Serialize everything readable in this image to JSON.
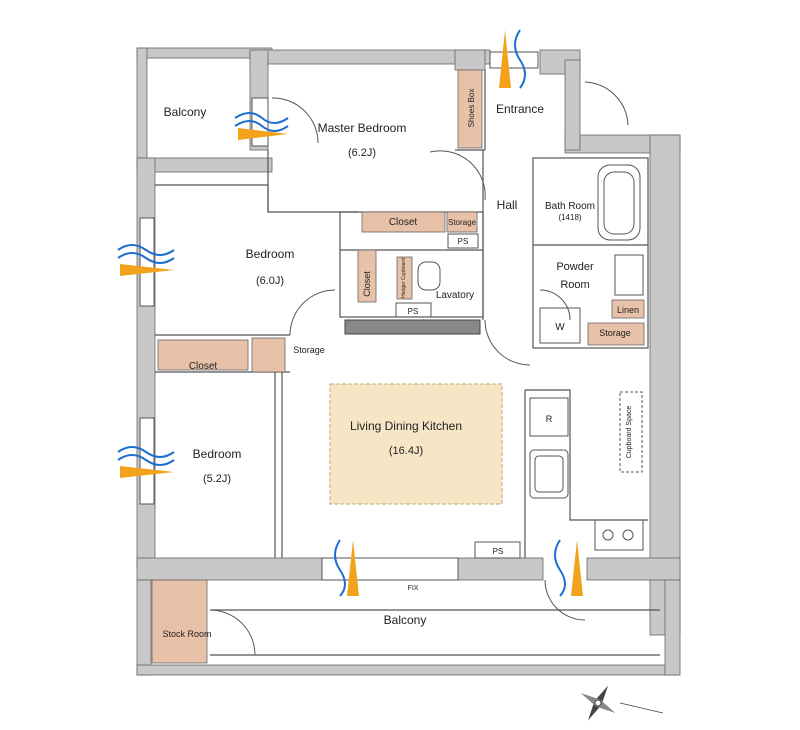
{
  "rooms": {
    "balcony_top": "Balcony",
    "master_bedroom": "Master Bedroom",
    "master_bedroom_size": "(6.2J)",
    "shoes_box": "Shoes Box",
    "entrance": "Entrance",
    "hall": "Hall",
    "closet_master": "Closet",
    "storage_master": "Storage",
    "ps_1": "PS",
    "bath_room": "Bath Room",
    "bath_room_size": "(1418)",
    "bedroom_1": "Bedroom",
    "bedroom_1_size": "(6.0J)",
    "closet_vertical": "Closet",
    "hanger_cupboard": "Hanger Cupboard",
    "lavatory": "Lavatory",
    "ps_2": "PS",
    "powder_room_line1": "Powder",
    "powder_room_line2": "Room",
    "linen": "Linen",
    "washer": "W",
    "storage_powder": "Storage",
    "closet_bedroom2": "Closet",
    "storage_center": "Storage",
    "living_dining_kitchen": "Living Dining Kitchen",
    "ldk_size": "(16.4J)",
    "refrigerator": "R",
    "cupboard_space": "Cupboard Space",
    "bedroom_2": "Bedroom",
    "bedroom_2_size": "(5.2J)",
    "ps_3": "PS",
    "fix": "FIX",
    "stock_room": "Stock Room",
    "balcony_bottom": "Balcony"
  },
  "colors": {
    "wall": "#c8c8c8",
    "wall_edge": "#666666",
    "storage_fill": "#e8c2a8",
    "ldk_fill": "#f6e6c6",
    "air_blue": "#1f6fd1",
    "air_orange": "#f3a21b"
  },
  "icons": [
    "compass-rose-icon",
    "airflow-icon",
    "bathtub-icon",
    "stove-icon",
    "sink-icon",
    "toilet-icon"
  ]
}
